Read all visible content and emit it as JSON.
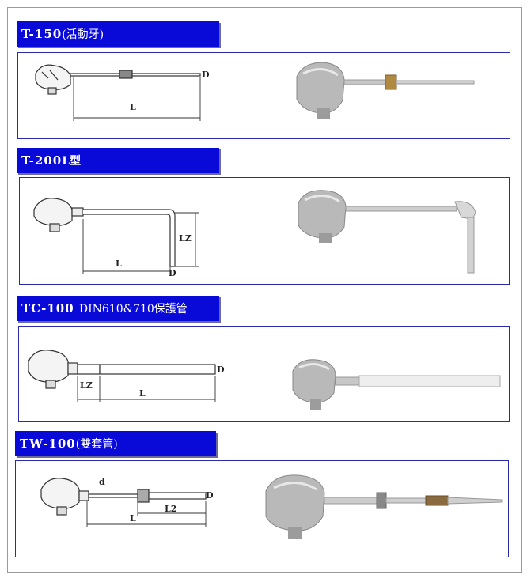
{
  "sections": [
    {
      "code": "T-150",
      "subtitle": "(活動牙)",
      "labels": {
        "length": "L",
        "diameter": "D"
      }
    },
    {
      "code": "T-200",
      "subtitle": "L型",
      "labels": {
        "length": "L",
        "insertion": "LZ",
        "diameter": "D"
      }
    },
    {
      "code": "TC-100",
      "subtitle": "DIN610&710保護管",
      "labels": {
        "length": "L",
        "insertion": "LZ",
        "diameter": "D"
      }
    },
    {
      "code": "TW-100",
      "subtitle": "(雙套管)",
      "labels": {
        "length": "L",
        "insertion": "L2",
        "diameter": "D",
        "small_diameter": "d"
      }
    }
  ],
  "colors": {
    "tag_background": "#0a0ad8",
    "tag_text": "#ffffff",
    "panel_border": "#2a2ab0"
  }
}
